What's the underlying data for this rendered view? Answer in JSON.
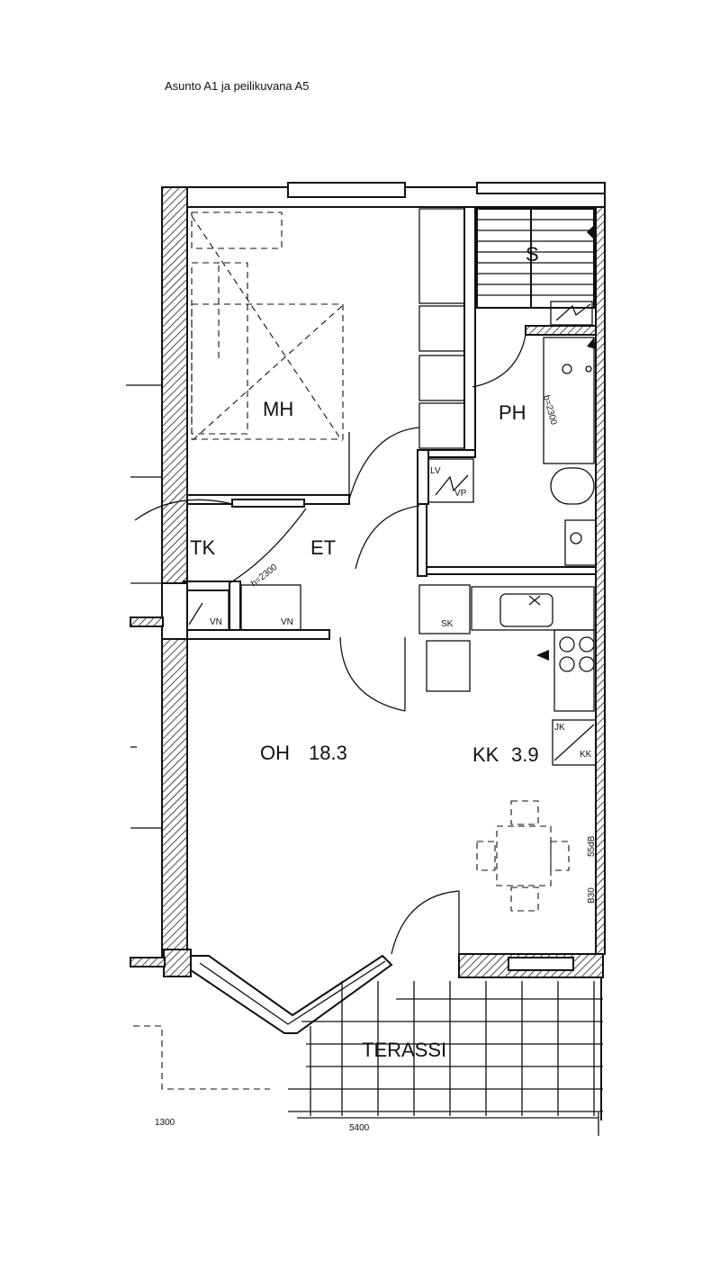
{
  "caption": "Asunto A1 ja peilikuvana A5",
  "rooms": {
    "mh": "MH",
    "ph": "PH",
    "s": "S",
    "tk": "TK",
    "et": "ET",
    "oh": "OH",
    "oh_area": "18.3",
    "kk": "KK",
    "kk_area": "3.9",
    "terassi": "TERASSI"
  },
  "fixtures": {
    "lv": "LV",
    "vp": "VP",
    "vn_left": "VN",
    "vn_right": "VN",
    "sk": "SK",
    "jk": "JK",
    "kk_cab": "KK"
  },
  "annotations": {
    "h2300": "h=2300",
    "b2300": "b=2300",
    "db": "55dB",
    "b30": "B30",
    "dim_5400": "5400",
    "left_note": "1300"
  }
}
